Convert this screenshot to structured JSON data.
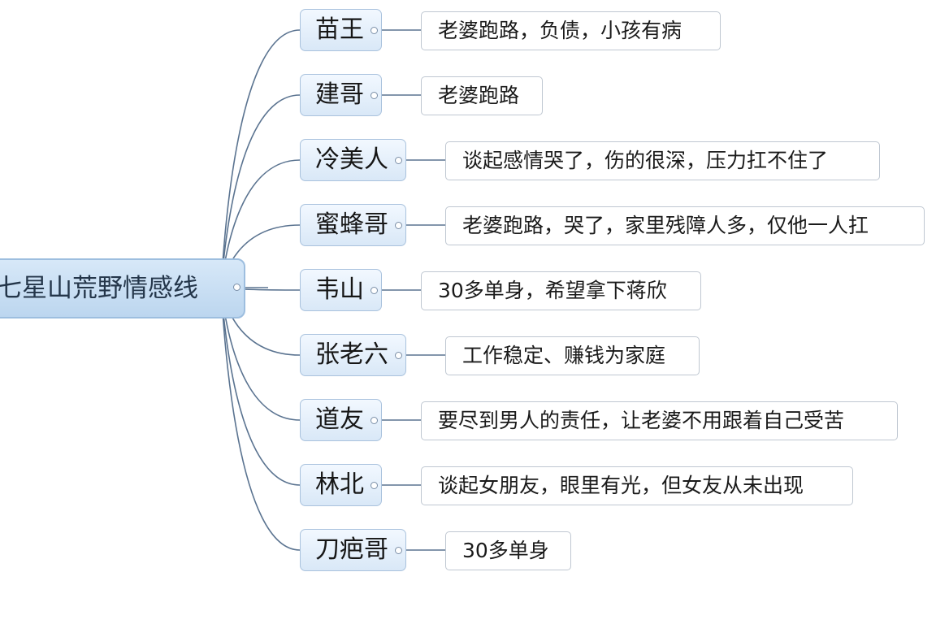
{
  "root": {
    "label": "七星山荒野情感线"
  },
  "branches": [
    {
      "name": "苗王",
      "note": "老婆跑路，负债，小孩有病"
    },
    {
      "name": "建哥",
      "note": "老婆跑路"
    },
    {
      "name": "冷美人",
      "note": "谈起感情哭了，伤的很深，压力扛不住了"
    },
    {
      "name": "蜜蜂哥",
      "note": "老婆跑路，哭了，家里残障人多，仅他一人扛"
    },
    {
      "name": "韦山",
      "note": "30多单身，希望拿下蒋欣"
    },
    {
      "name": "张老六",
      "note": "工作稳定、赚钱为家庭"
    },
    {
      "name": "道友",
      "note": "要尽到男人的责任，让老婆不用跟着自己受苦"
    },
    {
      "name": "林北",
      "note": "谈起女朋友，眼里有光，但女友从未出现"
    },
    {
      "name": "刀疤哥",
      "note": "30多单身"
    }
  ],
  "colors": {
    "connector": "#5a7390",
    "root_fill": "#c9def3",
    "branch_fill": "#e6f0fa",
    "note_border": "#bfc7d1"
  }
}
